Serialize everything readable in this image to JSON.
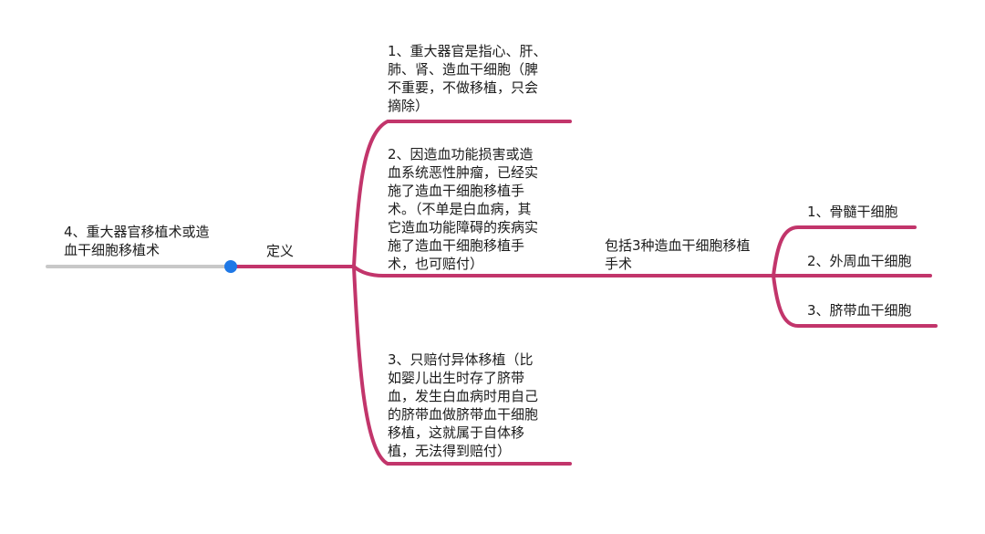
{
  "colors": {
    "branch": "#c2356b",
    "root_line": "#c8c8c8",
    "root_dot": "#1f78e6",
    "background": "#ffffff",
    "text": "#1b1b1b"
  },
  "mindmap": {
    "root": {
      "label": "4、重大器官移植术或造\n血干细胞移植术"
    },
    "definition": {
      "label": "定义"
    },
    "branches": [
      {
        "label": "1、重大器官是指心、肝、\n肺、肾、造血干细胞（脾\n不重要，不做移植，只会\n摘除）"
      },
      {
        "label": "2、因造血功能损害或造\n血系统恶性肿瘤，已经实\n施了造血干细胞移植手\n术。（不单是白血病，其\n它造血功能障碍的疾病实\n施了造血干细胞移植手\n术，也可赔付）",
        "child": {
          "label": "包括3种造血干细胞移植\n手术",
          "items": [
            {
              "label": "1、骨髓干细胞"
            },
            {
              "label": "2、外周血干细胞"
            },
            {
              "label": "3、脐带血干细胞"
            }
          ]
        }
      },
      {
        "label": "3、只赔付异体移植（比\n如婴儿出生时存了脐带\n血，发生白血病时用自己\n的脐带血做脐带血干细胞\n移植，这就属于自体移\n植，无法得到赔付）"
      }
    ]
  }
}
